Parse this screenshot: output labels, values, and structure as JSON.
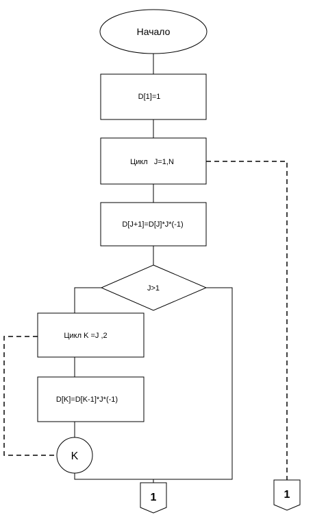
{
  "flowchart": {
    "start": "Начало",
    "init": "D[1]=1",
    "loop_j": "Цикл   J=1,N",
    "compute": "D[J+1]=D[J]*J*(-1)",
    "condition": "J>1",
    "loop_k": "Цикл K =J ,2",
    "inner": "D[K]=D[K-1]*J*(-1)",
    "loop_k_end": "K",
    "connector_left": "1",
    "connector_right": "1"
  }
}
